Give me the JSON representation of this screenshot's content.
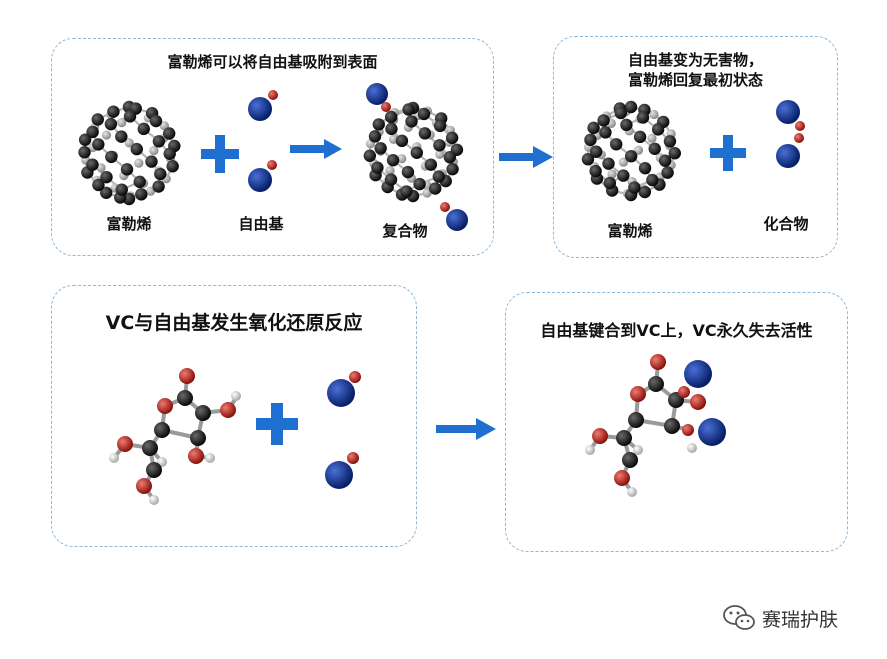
{
  "panels": {
    "p1": {
      "title": "富勒烯可以将自由基吸附到表面",
      "labels": [
        "富勒烯",
        "自由基",
        "复合物"
      ]
    },
    "p2": {
      "title_line1": "自由基变为无害物，",
      "title_line2": "富勒烯回复最初状态",
      "labels": [
        "富勒烯",
        "化合物"
      ]
    },
    "p3": {
      "title": "VC与自由基发生氧化还原反应"
    },
    "p4": {
      "title": "自由基键合到VC上，VC永久失去活性"
    }
  },
  "watermark": {
    "text": "赛瑞护肤",
    "icon": "wechat-icon"
  },
  "colors": {
    "arrow": "#1f6fd1",
    "plus": "#1f6fd1",
    "panel_border": "#8fb8d8",
    "carbon": "#1a1a1a",
    "oxygen": "#c0221e",
    "hydrogen": "#e8e8e8",
    "radical_blue": "#0b2f8a"
  }
}
